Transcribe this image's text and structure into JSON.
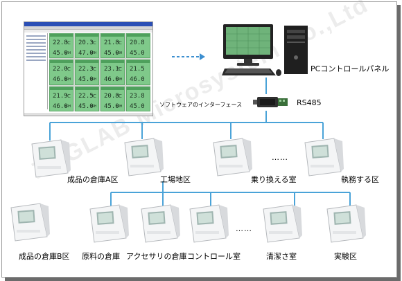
{
  "labels": {
    "pc_panel": "PCコントロールパネル",
    "software_interface": "ソフトウェアのインターフェース",
    "rs485": "RS485",
    "finished_warehouse_a": "成品の倉庫A区",
    "factory_area": "工場地区",
    "transfer_room": "乗り換える室",
    "duty_area": "執務する区",
    "finished_warehouse_b": "成品の倉庫B区",
    "raw_material_warehouse": "原料の倉庫",
    "accessory_warehouse": "アクセサリの倉庫",
    "control_room": "コントロール室",
    "clean_room": "清潔さ室",
    "lab_area": "実験区",
    "ellipsis_top": "……",
    "ellipsis_bottom": "……"
  },
  "watermark": "ZOGLAB Microsystem Co.,Ltd",
  "software_tiles": [
    {
      "temp": "22.8",
      "temp_unit": "℃",
      "hum": "45.0",
      "hum_unit": "%RH"
    },
    {
      "temp": "20.3",
      "temp_unit": "℃",
      "hum": "47.0",
      "hum_unit": "%RH"
    },
    {
      "temp": "21.8",
      "temp_unit": "℃",
      "hum": "45.0",
      "hum_unit": "%RH"
    },
    {
      "temp": "20.8",
      "temp_unit": "",
      "hum": "45.0",
      "hum_unit": ""
    },
    {
      "temp": "22.0",
      "temp_unit": "℃",
      "hum": "46.0",
      "hum_unit": "%RH"
    },
    {
      "temp": "22.3",
      "temp_unit": "℃",
      "hum": "45.0",
      "hum_unit": "%RH"
    },
    {
      "temp": "23.1",
      "temp_unit": "℃",
      "hum": "46.0",
      "hum_unit": "%RH"
    },
    {
      "temp": "21.5",
      "temp_unit": "",
      "hum": "46.0",
      "hum_unit": ""
    },
    {
      "temp": "21.9",
      "temp_unit": "℃",
      "hum": "46.0",
      "hum_unit": "%RH"
    },
    {
      "temp": "22.5",
      "temp_unit": "℃",
      "hum": "45.0",
      "hum_unit": "%RH"
    },
    {
      "temp": "20.8",
      "temp_unit": "℃",
      "hum": "45.0",
      "hum_unit": "%RH"
    },
    {
      "temp": "23.8",
      "temp_unit": "",
      "hum": "45.0",
      "hum_unit": ""
    }
  ],
  "colors": {
    "tile_green": "#7fc98a",
    "connector_line": "#4aa3d8",
    "arrow": "#3c8fd0"
  },
  "icons": [
    "software-screenshot",
    "desktop-pc",
    "rs485-converter",
    "data-logger"
  ]
}
